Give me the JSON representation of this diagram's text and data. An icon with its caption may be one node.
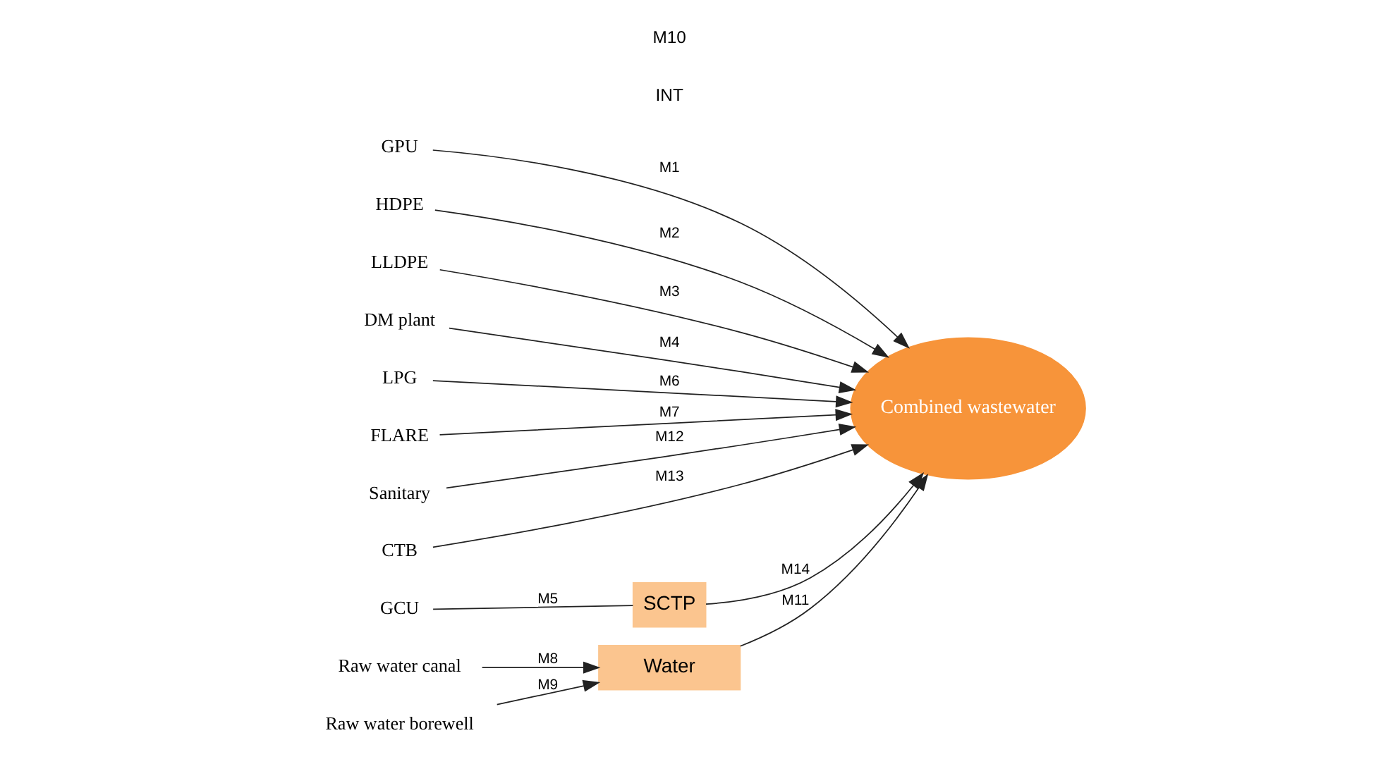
{
  "diagram": {
    "nodes": [
      {
        "text": [
          "GPU"
        ]
      },
      {
        "text": [
          "HDPE"
        ]
      },
      {
        "text": [
          "LLDPE"
        ]
      },
      {
        "text": [
          "DM plant"
        ]
      },
      {
        "text": [
          "GCU"
        ]
      },
      {
        "text": [
          "LPG"
        ]
      },
      {
        "text": [
          "FLARE"
        ]
      },
      {
        "text": [
          "Raw water canal"
        ]
      },
      {
        "text": [
          "Raw water borewell"
        ]
      },
      {
        "text": [
          "Sanitary"
        ]
      },
      {
        "text": [
          "CTB"
        ]
      },
      {
        "text": [
          "SCTP"
        ]
      },
      {
        "text": [
          "Water"
        ]
      },
      {
        "text": [
          "Combined wastewater"
        ]
      }
    ],
    "edges": [
      {
        "from": 0,
        "to": 13,
        "arrow": "to",
        "label": "M1"
      },
      {
        "from": 1,
        "to": 13,
        "arrow": "to",
        "label": "M2"
      },
      {
        "from": 2,
        "to": 13,
        "arrow": "to",
        "label": "M3"
      },
      {
        "from": 3,
        "to": 13,
        "arrow": "to",
        "label": "M4"
      },
      {
        "from": 4,
        "to": 11,
        "arrow": "none",
        "label": "M5"
      },
      {
        "from": 11,
        "to": 13,
        "arrow": "to",
        "label": "M14"
      },
      {
        "from": 5,
        "to": 13,
        "arrow": "to",
        "label": "M6"
      },
      {
        "from": 6,
        "to": 13,
        "arrow": "to",
        "label": "M7"
      },
      {
        "from": 7,
        "to": 12,
        "arrow": "to",
        "label": "M8"
      },
      {
        "from": 8,
        "to": 12,
        "arrow": "to",
        "label": "M9"
      },
      {
        "from": 12,
        "to": 13,
        "arrow": "to",
        "label": "M11"
      },
      {
        "from": 9,
        "to": 13,
        "arrow": "to",
        "label": "M12"
      },
      {
        "from": 10,
        "to": 13,
        "arrow": "to",
        "label": "M13"
      }
    ],
    "labels": [
      "INT",
      "M10"
    ]
  }
}
